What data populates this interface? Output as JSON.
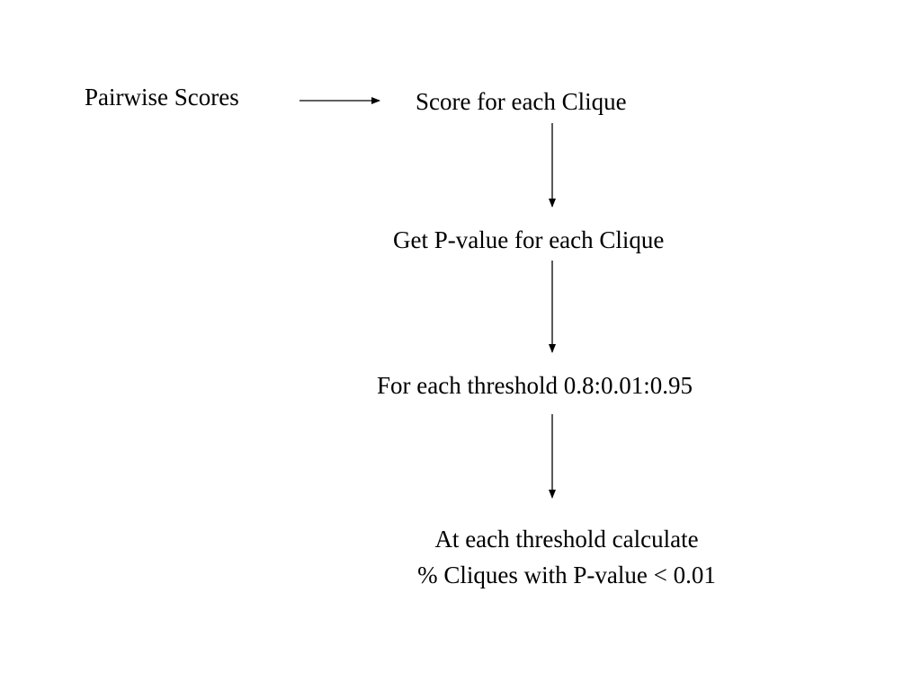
{
  "diagram": {
    "nodes": {
      "pairwise_scores": "Pairwise Scores",
      "score_each_clique": "Score for each Clique",
      "pvalue_each_clique": "Get P-value for each Clique",
      "threshold_loop": "For each threshold 0.8:0.01:0.95",
      "result_line1": "At each threshold calculate",
      "result_line2": "% Cliques with P-value < 0.01"
    },
    "edges": [
      {
        "from": "pairwise_scores",
        "to": "score_each_clique"
      },
      {
        "from": "score_each_clique",
        "to": "pvalue_each_clique"
      },
      {
        "from": "pvalue_each_clique",
        "to": "threshold_loop"
      },
      {
        "from": "threshold_loop",
        "to": "result"
      }
    ],
    "colors": {
      "text": "#000000",
      "arrow": "#000000",
      "background": "#ffffff"
    }
  }
}
